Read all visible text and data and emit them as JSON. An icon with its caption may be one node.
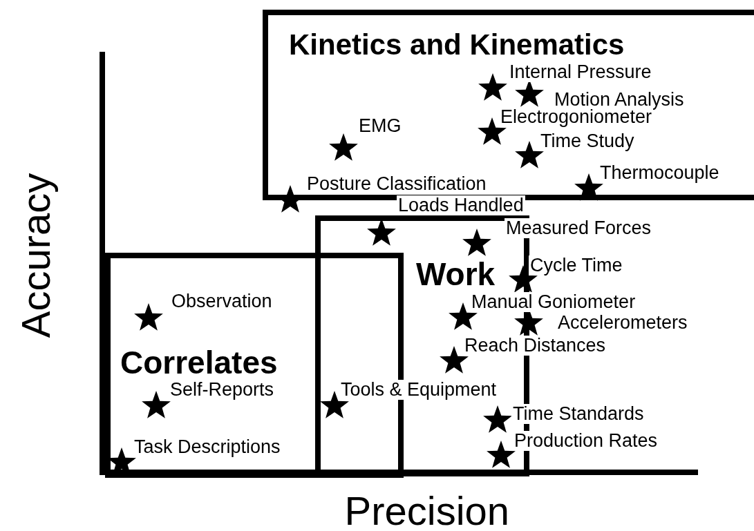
{
  "diagram": {
    "nodes": [
      {
        "text": [
          "Kinetics and Kinematics"
        ]
      },
      {
        "text": [
          "Work"
        ]
      },
      {
        "text": [
          "Correlates"
        ]
      }
    ],
    "labels": [
      "Internal Pressure",
      "Motion Analysis",
      "Electrogoniometer",
      "EMG",
      "Time Study",
      "Posture Classification",
      "Thermocouple",
      "Loads Handled",
      "Measured Forces",
      "Cycle Time",
      "Observation",
      "Manual Goniometer",
      "Accelerometers",
      "Reach Distances",
      "Self-Reports",
      "Tools & Equipment",
      "Time Standards",
      "Production Rates",
      "Task Descriptions",
      "Accuracy",
      "Precision"
    ]
  }
}
